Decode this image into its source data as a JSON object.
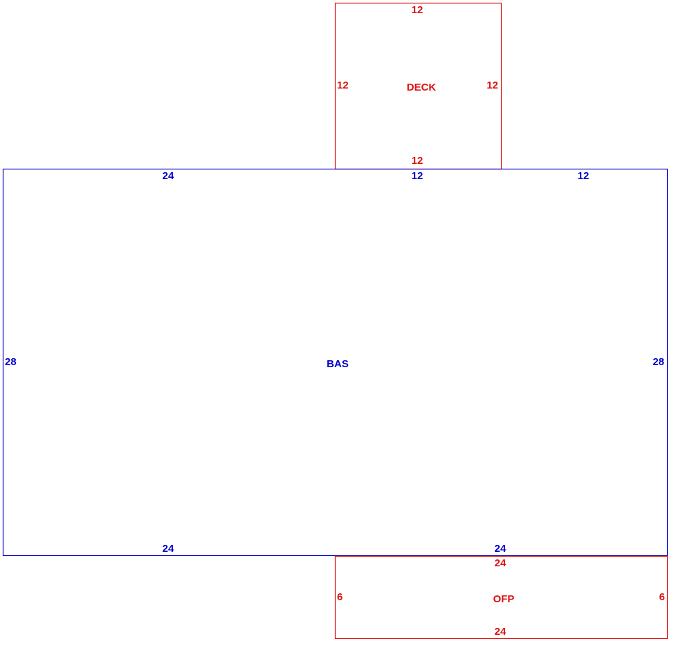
{
  "colors": {
    "main_area": "#0000cc",
    "addition_area": "#dd1111"
  },
  "areas": {
    "deck": {
      "name": "DECK",
      "top": "12",
      "bottom": "12",
      "left": "12",
      "right": "12"
    },
    "bas": {
      "name": "BAS",
      "top_left": "24",
      "top_middle": "12",
      "top_right": "12",
      "left": "28",
      "right": "28",
      "bottom_left": "24",
      "bottom_right": "24"
    },
    "ofp": {
      "name": "OFP",
      "top": "24",
      "bottom": "24",
      "left": "6",
      "right": "6"
    }
  }
}
